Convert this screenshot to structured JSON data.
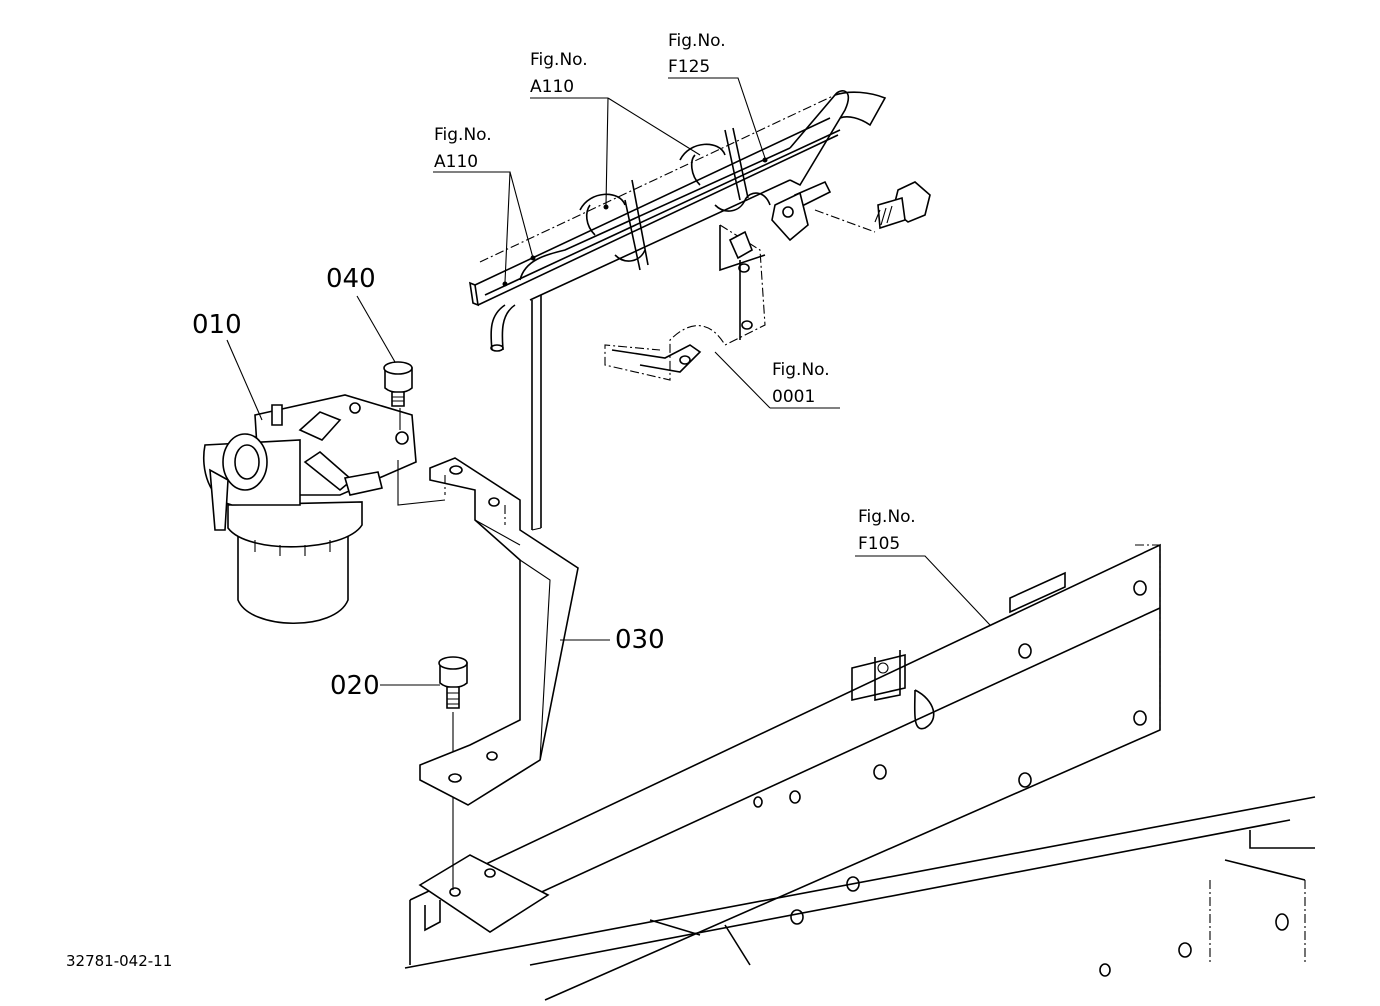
{
  "diagram_code": "32781-042-11",
  "part_labels": {
    "p010": "010",
    "p020": "020",
    "p030": "030",
    "p040": "040"
  },
  "figure_refs": {
    "a110_upper": {
      "line1": "Fig.No.",
      "line2": "A110"
    },
    "a110_lower": {
      "line1": "Fig.No.",
      "line2": "A110"
    },
    "f125": {
      "line1": "Fig.No.",
      "line2": "F125"
    },
    "f0001": {
      "line1": "Fig.No.",
      "line2": "0001"
    },
    "f105": {
      "line1": "Fig.No.",
      "line2": "F105"
    }
  }
}
